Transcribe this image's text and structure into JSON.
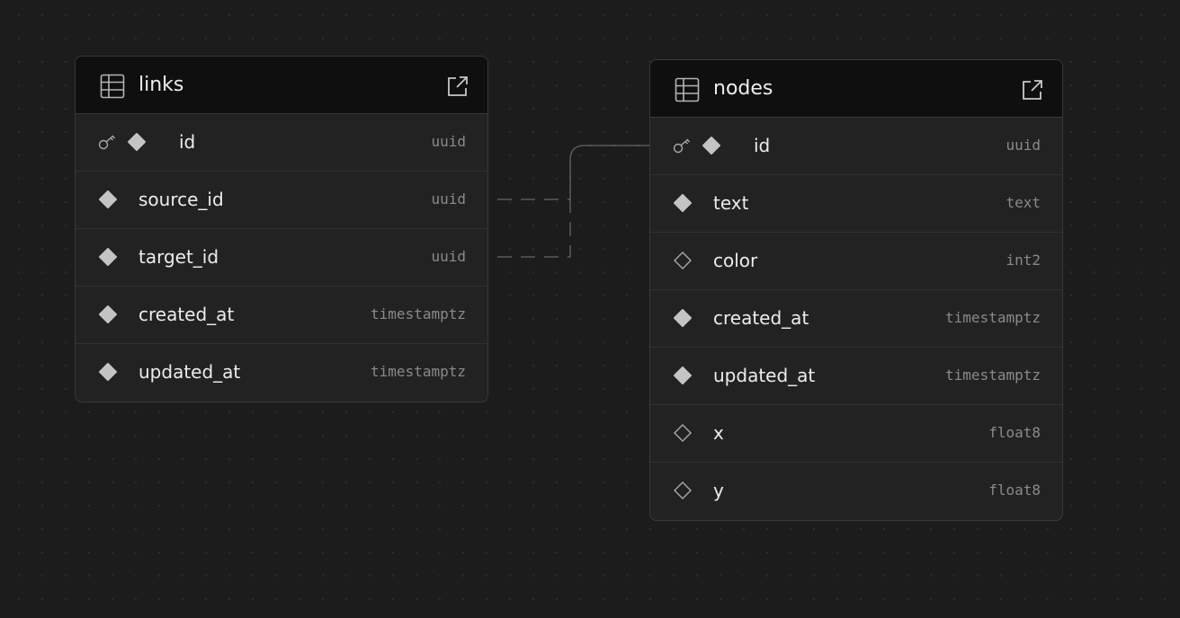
{
  "tables": {
    "links": {
      "name": "links",
      "columns": [
        {
          "name": "id",
          "type": "uuid",
          "primary_key": true,
          "nullable": false
        },
        {
          "name": "source_id",
          "type": "uuid",
          "primary_key": false,
          "nullable": false
        },
        {
          "name": "target_id",
          "type": "uuid",
          "primary_key": false,
          "nullable": false
        },
        {
          "name": "created_at",
          "type": "timestamptz",
          "primary_key": false,
          "nullable": false
        },
        {
          "name": "updated_at",
          "type": "timestamptz",
          "primary_key": false,
          "nullable": false
        }
      ]
    },
    "nodes": {
      "name": "nodes",
      "columns": [
        {
          "name": "id",
          "type": "uuid",
          "primary_key": true,
          "nullable": false
        },
        {
          "name": "text",
          "type": "text",
          "primary_key": false,
          "nullable": false
        },
        {
          "name": "color",
          "type": "int2",
          "primary_key": false,
          "nullable": true
        },
        {
          "name": "created_at",
          "type": "timestamptz",
          "primary_key": false,
          "nullable": false
        },
        {
          "name": "updated_at",
          "type": "timestamptz",
          "primary_key": false,
          "nullable": false
        },
        {
          "name": "x",
          "type": "float8",
          "primary_key": false,
          "nullable": true
        },
        {
          "name": "y",
          "type": "float8",
          "primary_key": false,
          "nullable": true
        }
      ]
    }
  },
  "relationships": [
    {
      "from": "links.source_id",
      "to": "nodes.id"
    },
    {
      "from": "links.target_id",
      "to": "nodes.id"
    }
  ],
  "icons": {
    "table": "table-icon",
    "open": "external-link-icon",
    "primary_key": "key-icon",
    "not_null": "filled-diamond-icon",
    "nullable": "outline-diamond-icon"
  },
  "colors": {
    "background": "#1c1c1c",
    "card": "#222222",
    "header": "#0f0f0f",
    "border": "#383838",
    "text": "#ededed",
    "type_text": "#8a8a8a",
    "connector": "#5a5a5a"
  }
}
